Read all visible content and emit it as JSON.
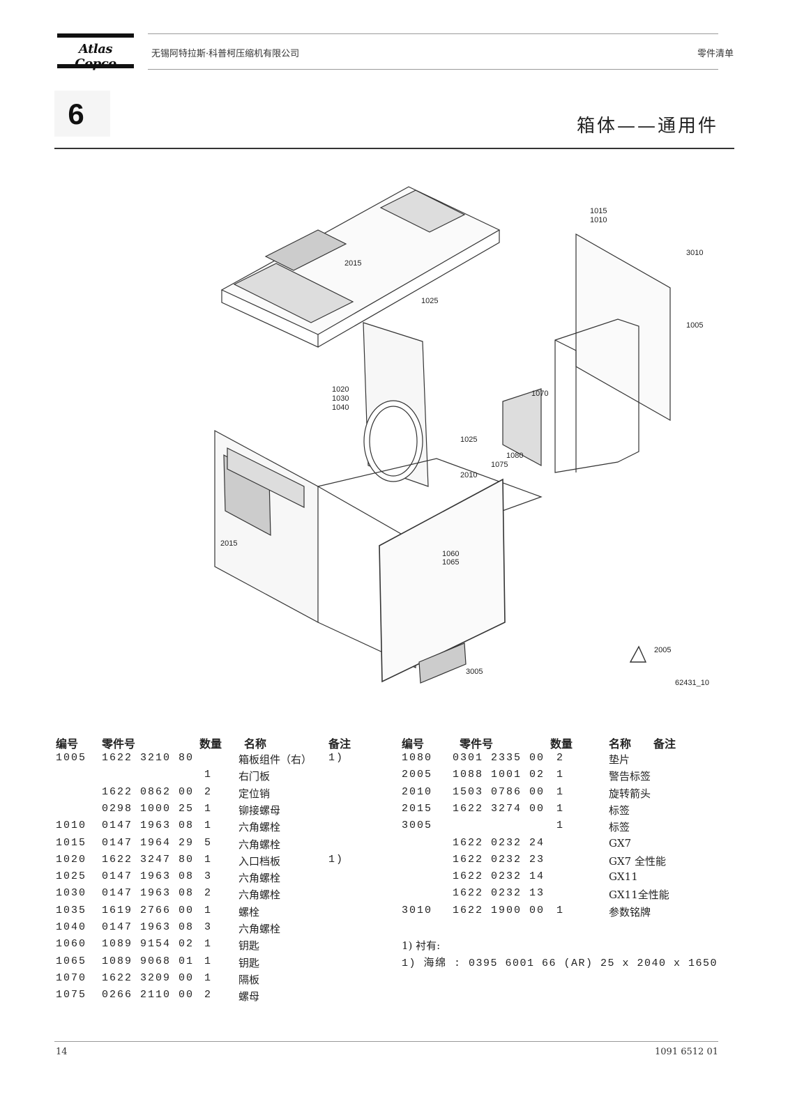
{
  "header": {
    "logo_text": "Atlas Copco",
    "company": "无锡阿特拉斯·科普柯压缩机有限公司",
    "doc_type": "零件清单"
  },
  "section": {
    "number": "6",
    "title": "箱体——通用件"
  },
  "drawing": {
    "ref": "62431_10",
    "callouts": [
      "1015",
      "1010",
      "3010",
      "2015",
      "1025",
      "1005",
      "1020",
      "1030",
      "1040",
      "1070",
      "1025",
      "1080",
      "1075",
      "2010",
      "1060",
      "1065",
      "2015",
      "2005",
      "3005"
    ]
  },
  "table_left": {
    "headers": {
      "no": "编号",
      "part": "零件号",
      "qty": "数量",
      "name": "名称",
      "note": "备注"
    },
    "rows": [
      {
        "no": "1005",
        "part": "1622 3210 80",
        "qty": "",
        "name": "箱板组件（右）",
        "note": "1)"
      },
      {
        "no": "",
        "part": "",
        "qty": "1",
        "name": "右门板",
        "note": ""
      },
      {
        "no": "",
        "part": "1622 0862 00",
        "qty": "2",
        "name": "定位销",
        "note": ""
      },
      {
        "no": "",
        "part": "0298 1000 25",
        "qty": "1",
        "name": "铆接螺母",
        "note": ""
      },
      {
        "no": "1010",
        "part": "0147 1963 08",
        "qty": "1",
        "name": "六角螺栓",
        "note": ""
      },
      {
        "no": "1015",
        "part": "0147 1964 29",
        "qty": "5",
        "name": "六角螺栓",
        "note": ""
      },
      {
        "no": "1020",
        "part": "1622 3247 80",
        "qty": "1",
        "name": "入口档板",
        "note": "1)"
      },
      {
        "no": "1025",
        "part": "0147 1963 08",
        "qty": "3",
        "name": "六角螺栓",
        "note": ""
      },
      {
        "no": "1030",
        "part": "0147 1963 08",
        "qty": "2",
        "name": "六角螺栓",
        "note": ""
      },
      {
        "no": "1035",
        "part": "1619 2766 00",
        "qty": "1",
        "name": "螺栓",
        "note": ""
      },
      {
        "no": "1040",
        "part": "0147 1963 08",
        "qty": "3",
        "name": "六角螺栓",
        "note": ""
      },
      {
        "no": "1060",
        "part": "1089 9154 02",
        "qty": "1",
        "name": "钥匙",
        "note": ""
      },
      {
        "no": "1065",
        "part": "1089 9068 01",
        "qty": "1",
        "name": "钥匙",
        "note": ""
      },
      {
        "no": "1070",
        "part": "1622 3209 00",
        "qty": "1",
        "name": "隔板",
        "note": ""
      },
      {
        "no": "1075",
        "part": "0266 2110 00",
        "qty": "2",
        "name": "螺母",
        "note": ""
      }
    ]
  },
  "table_right": {
    "headers": {
      "no": "编号",
      "part": "零件号",
      "qty": "数量",
      "name": "名称",
      "note": "备注"
    },
    "rows": [
      {
        "no": "1080",
        "part": "0301 2335 00",
        "qty": "2",
        "name": "垫片",
        "note": ""
      },
      {
        "no": "2005",
        "part": "1088 1001 02",
        "qty": "1",
        "name": "警告标签",
        "note": ""
      },
      {
        "no": "2010",
        "part": "1503 0786 00",
        "qty": "1",
        "name": "旋转箭头",
        "note": ""
      },
      {
        "no": "2015",
        "part": "1622 3274 00",
        "qty": "1",
        "name": "标签",
        "note": ""
      },
      {
        "no": "3005",
        "part": "",
        "qty": "1",
        "name": "标签",
        "note": ""
      },
      {
        "no": "",
        "part": "1622 0232 24",
        "qty": "",
        "name": "GX7",
        "note": ""
      },
      {
        "no": "",
        "part": "1622 0232 23",
        "qty": "",
        "name": "GX7 全性能",
        "note": ""
      },
      {
        "no": "",
        "part": "1622 0232 14",
        "qty": "",
        "name": "GX11",
        "note": ""
      },
      {
        "no": "",
        "part": "1622 0232 13",
        "qty": "",
        "name": "GX11全性能",
        "note": ""
      },
      {
        "no": "3010",
        "part": "1622 1900 00",
        "qty": "1",
        "name": "参数铭牌",
        "note": ""
      }
    ]
  },
  "notes": [
    "1) 衬有:",
    "1) 海绵 : 0395 6001 66 (AR) 25 x 2040 x 1650"
  ],
  "footer": {
    "page": "14",
    "doc_no": "1091 6512 01"
  }
}
